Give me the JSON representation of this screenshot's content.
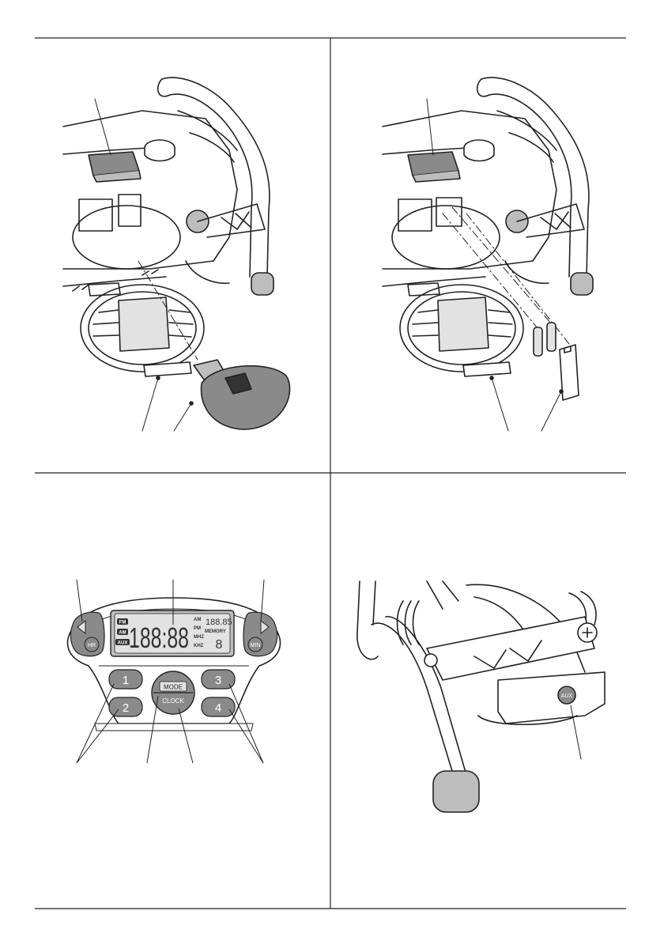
{
  "figure_tl": {
    "description": "Radio top view with battery compartment door open and battery pack being inserted"
  },
  "figure_tr": {
    "description": "Radio top view with battery compartment door open and two AA cells plus cover plate for backup batteries"
  },
  "figure_bl": {
    "display": {
      "band_indicators": [
        "FM",
        "AM",
        "AUX"
      ],
      "main_digits": "188:88",
      "am_label": "AM",
      "pm_label": "PM",
      "mhz_label": "MHZ",
      "khz_label": "KHZ",
      "freq_small": "188.85",
      "memory_label": "MEMORY",
      "memory_digit": "8"
    },
    "buttons": {
      "hr": "HR",
      "min": "MIN",
      "preset_1": "1",
      "preset_2": "2",
      "preset_3": "3",
      "preset_4": "4",
      "mode": "MODE",
      "clock": "CLOCK"
    }
  },
  "figure_br": {
    "aux_label": "AUX"
  },
  "colors": {
    "line": "#222222",
    "shade_dark": "#8a8a8a",
    "shade_mid": "#bdbdbd",
    "shade_light": "#e2e2e2"
  }
}
